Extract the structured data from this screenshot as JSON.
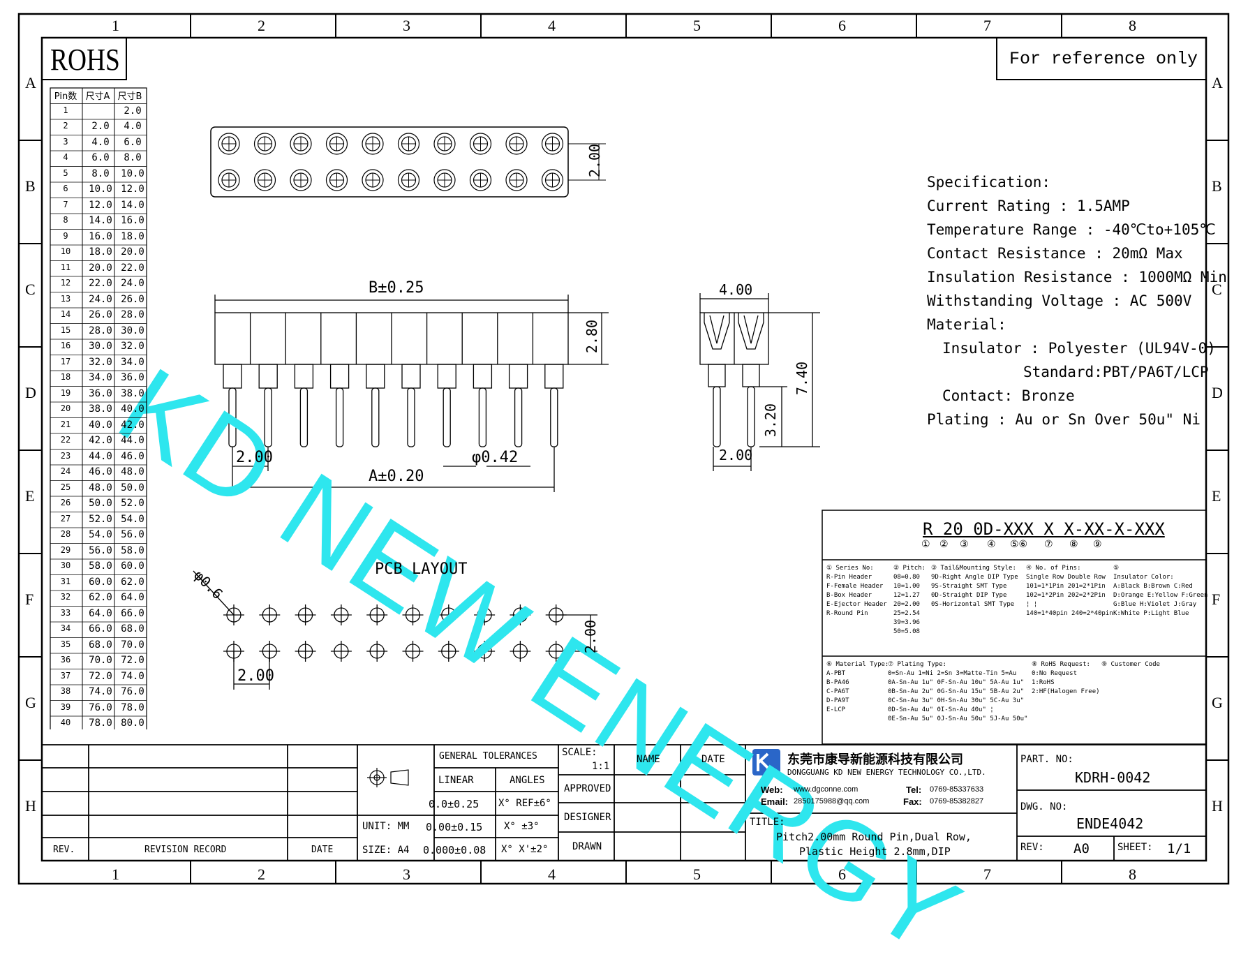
{
  "header": {
    "rohs": "ROHS",
    "note": "For reference only"
  },
  "grid": {
    "cols": [
      "1",
      "2",
      "3",
      "4",
      "5",
      "6",
      "7",
      "8"
    ],
    "rows": [
      "A",
      "B",
      "C",
      "D",
      "E",
      "F",
      "G",
      "H"
    ]
  },
  "pin_table": {
    "headers": [
      "Pin数",
      "尺寸A",
      "尺寸B"
    ],
    "rows": [
      [
        "1",
        "",
        "2.0"
      ],
      [
        "2",
        "2.0",
        "4.0"
      ],
      [
        "3",
        "4.0",
        "6.0"
      ],
      [
        "4",
        "6.0",
        "8.0"
      ],
      [
        "5",
        "8.0",
        "10.0"
      ],
      [
        "6",
        "10.0",
        "12.0"
      ],
      [
        "7",
        "12.0",
        "14.0"
      ],
      [
        "8",
        "14.0",
        "16.0"
      ],
      [
        "9",
        "16.0",
        "18.0"
      ],
      [
        "10",
        "18.0",
        "20.0"
      ],
      [
        "11",
        "20.0",
        "22.0"
      ],
      [
        "12",
        "22.0",
        "24.0"
      ],
      [
        "13",
        "24.0",
        "26.0"
      ],
      [
        "14",
        "26.0",
        "28.0"
      ],
      [
        "15",
        "28.0",
        "30.0"
      ],
      [
        "16",
        "30.0",
        "32.0"
      ],
      [
        "17",
        "32.0",
        "34.0"
      ],
      [
        "18",
        "34.0",
        "36.0"
      ],
      [
        "19",
        "36.0",
        "38.0"
      ],
      [
        "20",
        "38.0",
        "40.0"
      ],
      [
        "21",
        "40.0",
        "42.0"
      ],
      [
        "22",
        "42.0",
        "44.0"
      ],
      [
        "23",
        "44.0",
        "46.0"
      ],
      [
        "24",
        "46.0",
        "48.0"
      ],
      [
        "25",
        "48.0",
        "50.0"
      ],
      [
        "26",
        "50.0",
        "52.0"
      ],
      [
        "27",
        "52.0",
        "54.0"
      ],
      [
        "28",
        "54.0",
        "56.0"
      ],
      [
        "29",
        "56.0",
        "58.0"
      ],
      [
        "30",
        "58.0",
        "60.0"
      ],
      [
        "31",
        "60.0",
        "62.0"
      ],
      [
        "32",
        "62.0",
        "64.0"
      ],
      [
        "33",
        "64.0",
        "66.0"
      ],
      [
        "34",
        "66.0",
        "68.0"
      ],
      [
        "35",
        "68.0",
        "70.0"
      ],
      [
        "36",
        "70.0",
        "72.0"
      ],
      [
        "37",
        "72.0",
        "74.0"
      ],
      [
        "38",
        "74.0",
        "76.0"
      ],
      [
        "39",
        "76.0",
        "78.0"
      ],
      [
        "40",
        "78.0",
        "80.0"
      ]
    ]
  },
  "dims": {
    "top_pitch": "2.00",
    "b": "B±0.25",
    "height": "2.80",
    "a": "A±0.20",
    "pitch_front": "2.00",
    "pin_dia": "φ0.42",
    "side_width": "4.00",
    "side_total": "7.40",
    "side_tail": "3.20",
    "side_pitch": "2.00",
    "pcb_title": "PCB LAYOUT",
    "pcb_hole": "φ0.6",
    "pcb_pitch_v": "2.00",
    "pcb_pitch_h": "2.00"
  },
  "watermark": "KD NEW ENERGY",
  "spec": {
    "title": "Specification:",
    "current": "Current Rating : 1.5AMP",
    "temp": "Temperature Range : -40℃to+105℃",
    "contact_res": "Contact Resistance : 20mΩ Max",
    "insulation": "Insulation Resistance : 1000MΩ Min",
    "voltage": "Withstanding Voltage : AC 500V",
    "material": "Material:",
    "insulator": "Insulator : Polyester (UL94V-0)",
    "standard": "Standard:PBT/PA6T/LCP",
    "contact": "Contact: Bronze",
    "plating": "Plating : Au or Sn Over 50u\" Ni"
  },
  "part_code": {
    "code": "R 20 0D-XXX X X-XX-X-XXX",
    "marks": [
      "①",
      "②",
      "③",
      "④",
      "⑤⑥",
      "⑦",
      "⑧",
      "⑨"
    ],
    "c1": [
      "① Series No:",
      "R-Pin Header",
      "F-Female Header",
      "B-Box Header",
      "E-Ejector Header",
      "R-Round Pin"
    ],
    "c2": [
      "② Pitch:",
      "08=0.80",
      "10=1.00",
      "12=1.27",
      "20=2.00",
      "25=2.54",
      "39=3.96",
      "50=5.08"
    ],
    "c3": [
      "③ Tail&Mounting Style:",
      "9D-Right Angle DIP Type",
      "9S-Straight SMT Type",
      "0D-Straight DIP Type",
      "0S-Horizontal SMT Type"
    ],
    "c4": [
      "④ No. of Pins:",
      "Single Row   Double Row",
      "101=1*1Pin   201=2*1Pin",
      "102=1*2Pin   202=2*2Pin",
      "  ¦            ¦",
      "140=1*40pin  240=2*40pin"
    ],
    "c5": [
      "⑤",
      "Insulator Color:",
      "A:Black  B:Brown  C:Red",
      "D:Orange E:Yellow F:Green",
      "G:Blue   H:Violet J:Gray",
      "K:White  P:Light Blue"
    ],
    "c6": [
      "⑥ Material Type:",
      "A-PBT",
      "B-PA46",
      "C-PA6T",
      "D-PA9T",
      "E-LCP"
    ],
    "c7": [
      "⑦ Plating Type:",
      "0=Sn-Au 1=Ni 2=Sn 3=Matte-Tin 5=Au",
      "0A-Sn-Au 1u\" 0F-Sn-Au 10u\"  5A-Au 1u\"",
      "0B-Sn-Au 2u\" 0G-Sn-Au 15u\"  5B-Au 2u\"",
      "0C-Sn-Au 3u\" 0H-Sn-Au 30u\"  5C-Au 3u\"",
      "0D-Sn-Au 4u\" 0I-Sn-Au 40u\"    ¦",
      "0E-Sn-Au 5u\" 0J-Sn-Au 50u\"  5J-Au 50u\""
    ],
    "c8": [
      "⑧ RoHS Request:",
      "0:No Request",
      "1:RoHS",
      "2:HF(Halogen Free)"
    ],
    "c9": [
      "⑨ Customer Code"
    ]
  },
  "title_block": {
    "rev": "REV.",
    "revision_record": "REVISION RECORD",
    "date": "DATE",
    "general_tol": "GENERAL TOLERANCES",
    "linear": "LINEAR",
    "angles": "ANGLES",
    "lin1": "0.0±0.25",
    "ang1": "X° REF±6°",
    "lin2": "0.00±0.15",
    "ang2": "X° ±3°",
    "lin3": "0.000±0.08",
    "ang3": "X° X'±2°",
    "unit": "UNIT: MM",
    "size": "SIZE: A4",
    "scale": "SCALE:",
    "scale_val": "1:1",
    "name": "NAME",
    "date2": "DATE",
    "approved": "APPROVED",
    "designer": "DESIGNER",
    "drawn": "DRAWN",
    "company_cn": "东莞市康导新能源科技有限公司",
    "company_en": "DONGGUANG KD NEW ENERGY TECHNOLOGY CO.,LTD.",
    "web_label": "Web:",
    "web": "www.dgconne.com",
    "tel_label": "Tel:",
    "tel": "0769-85337633",
    "email_label": "Email:",
    "email": "2850175988@qq.com",
    "fax_label": "Fax:",
    "fax": "0769-85382827",
    "title_label": "TITLE:",
    "title1": "Pitch2.00mm Round Pin,Dual Row,",
    "title2": "Plastic Height 2.8mm,DIP",
    "part_label": "PART. NO:",
    "part_no": "KDRH-0042",
    "dwg_label": "DWG. NO:",
    "dwg_no": "ENDE4042",
    "rev_label": "REV:",
    "rev_val": "A0",
    "sheet_label": "SHEET:",
    "sheet_val": "1/1"
  },
  "colors": {
    "watermark": "#2ee6ee",
    "logo": "#2a66c8"
  }
}
